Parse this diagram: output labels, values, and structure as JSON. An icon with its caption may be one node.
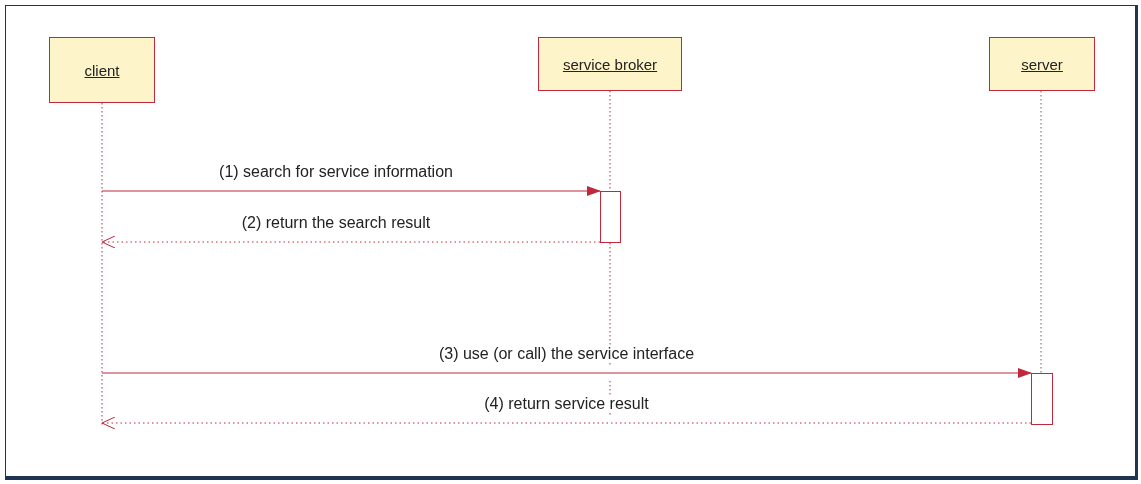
{
  "diagram": {
    "nodes": [
      {
        "text": [
          "client"
        ]
      },
      {
        "text": [
          "service broker"
        ]
      },
      {
        "text": [
          "server"
        ]
      },
      {
        "text": [],
        "shape": "bar",
        "in": 1
      },
      {
        "text": [],
        "shape": "bar",
        "in": 2
      }
    ],
    "edges": [
      {
        "from": 0,
        "to": 3,
        "arrow": "to",
        "label": "(1) search for service information"
      },
      {
        "from": 3,
        "to": 0,
        "arrow": "to",
        "label": "(2) return the search result",
        "style": "dashed"
      },
      {
        "from": 0,
        "to": 4,
        "arrow": "to",
        "label": "(3) use (or call) the service interface"
      },
      {
        "from": 4,
        "to": 0,
        "arrow": "to",
        "label": "(4) return service result",
        "style": "dashed"
      }
    ]
  }
}
